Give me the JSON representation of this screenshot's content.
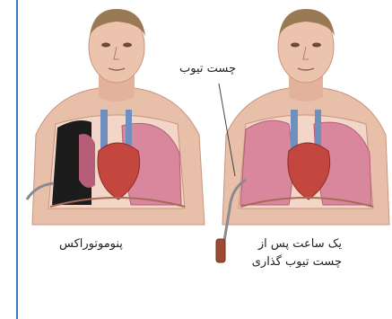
{
  "labels": {
    "chest_tube": "چست تیوب",
    "pneumothorax": "پنوموتوراکس",
    "after_line1": "یک ساعت پس از",
    "after_line2": "چست تیوب گذاری"
  },
  "colors": {
    "skin": "#e8bfa8",
    "skin_shadow": "#c9957c",
    "hair": "#9a7a55",
    "lung": "#d9879c",
    "lung_dark": "#b65e77",
    "heart": "#c4473f",
    "vessel_blue": "#6f8fbf",
    "collapsed_space": "#1c1c1c",
    "border_blue": "#3b78c2"
  }
}
